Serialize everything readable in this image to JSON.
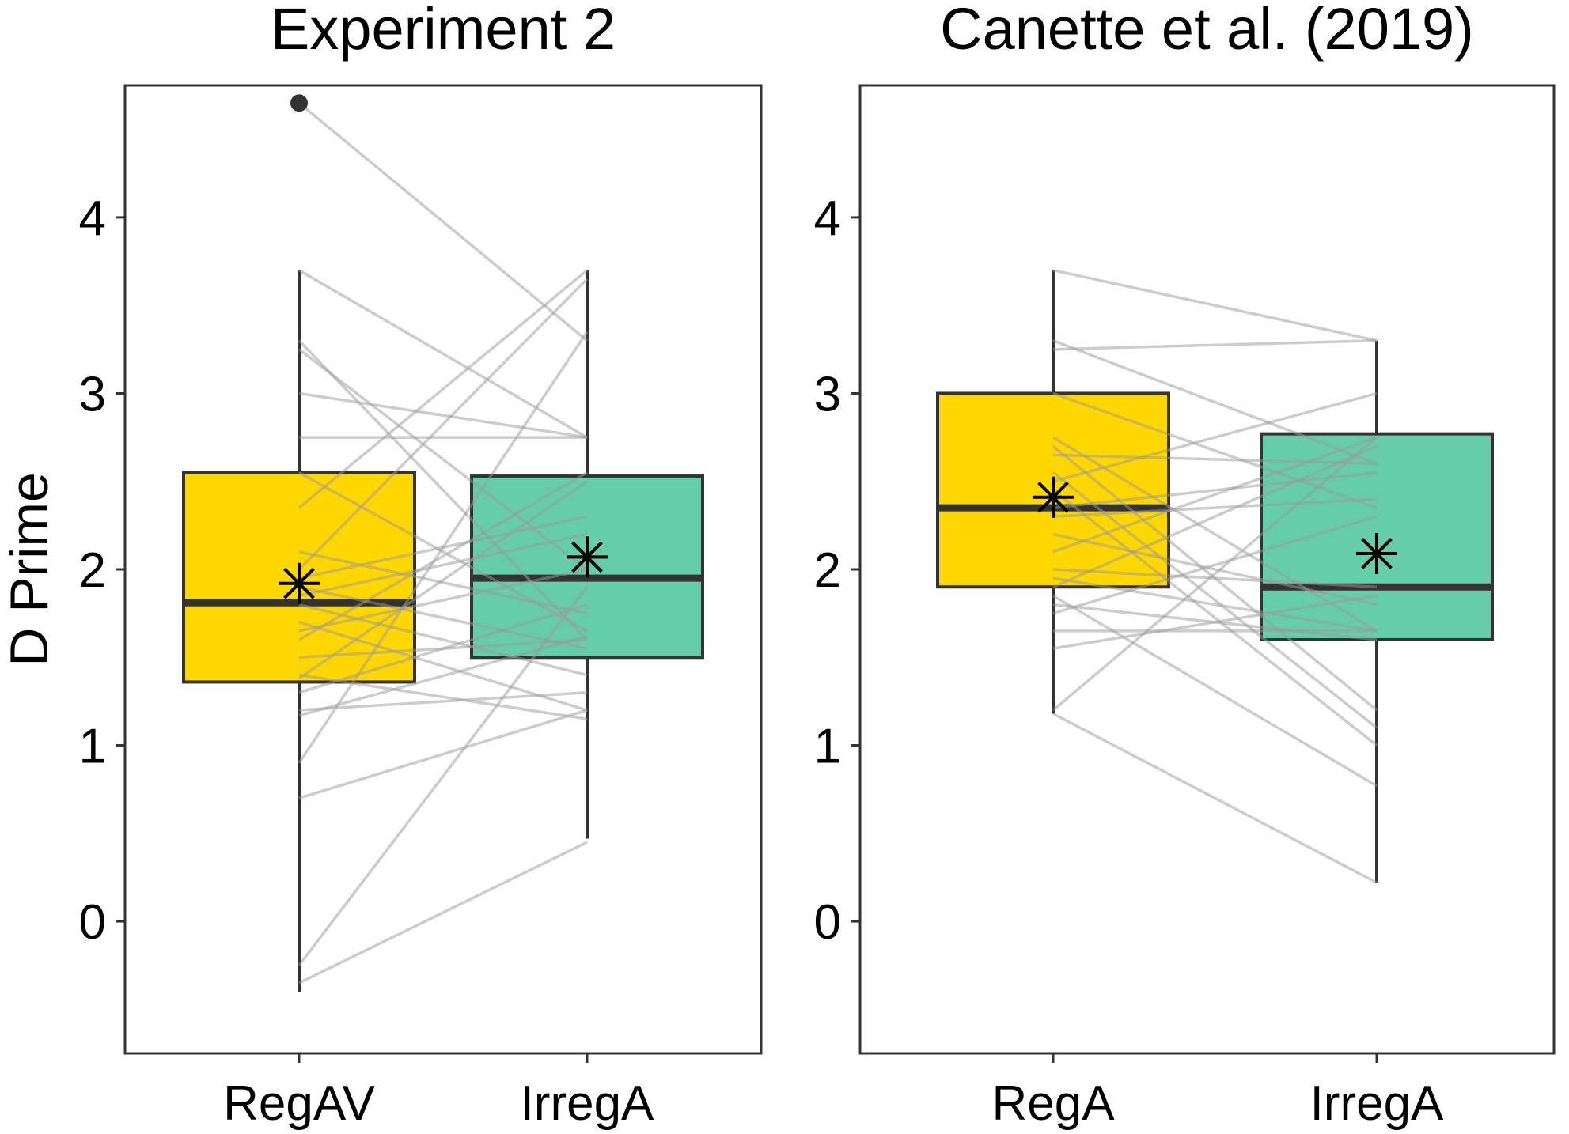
{
  "chart_data": {
    "type": "boxplot",
    "ylabel": "D Prime",
    "ylim": [
      -0.75,
      4.75
    ],
    "yticks": [
      0,
      1,
      2,
      3,
      4
    ],
    "grid": false,
    "colors": {
      "first_box": "#FFD700",
      "second_box": "#66CDAA",
      "lines": "#999999",
      "outline": "#333333"
    },
    "panels": [
      {
        "title": "Experiment 2",
        "categories": [
          "RegAV",
          "IrregA"
        ],
        "boxes": [
          {
            "category": "RegAV",
            "whisker_low": -0.4,
            "q1": 1.36,
            "median": 1.81,
            "q3": 2.55,
            "whisker_high": 3.7,
            "mean": 1.92,
            "outliers": [
              4.65
            ]
          },
          {
            "category": "IrregA",
            "whisker_low": 0.47,
            "q1": 1.5,
            "median": 1.95,
            "q3": 2.53,
            "whisker_high": 3.7,
            "mean": 2.07,
            "outliers": []
          }
        ],
        "pairs": [
          [
            4.65,
            3.3
          ],
          [
            3.7,
            2.75
          ],
          [
            3.3,
            1.6
          ],
          [
            3.25,
            2.0
          ],
          [
            3.0,
            2.75
          ],
          [
            2.75,
            2.75
          ],
          [
            2.55,
            1.65
          ],
          [
            2.35,
            3.7
          ],
          [
            2.1,
            1.75
          ],
          [
            2.0,
            3.65
          ],
          [
            1.95,
            2.3
          ],
          [
            1.9,
            1.55
          ],
          [
            1.85,
            2.2
          ],
          [
            1.8,
            1.4
          ],
          [
            1.7,
            1.2
          ],
          [
            1.65,
            2.0
          ],
          [
            1.6,
            2.55
          ],
          [
            1.5,
            1.6
          ],
          [
            1.4,
            1.15
          ],
          [
            1.38,
            2.5
          ],
          [
            1.3,
            1.8
          ],
          [
            1.2,
            1.3
          ],
          [
            1.17,
            1.62
          ],
          [
            0.9,
            3.35
          ],
          [
            0.7,
            1.2
          ],
          [
            -0.25,
            1.9
          ],
          [
            -0.35,
            0.45
          ]
        ]
      },
      {
        "title": "Canette et al. (2019)",
        "categories": [
          "RegA",
          "IrregA"
        ],
        "boxes": [
          {
            "category": "RegA",
            "whisker_low": 1.18,
            "q1": 1.9,
            "median": 2.35,
            "q3": 3.0,
            "whisker_high": 3.7,
            "mean": 2.41,
            "outliers": []
          },
          {
            "category": "IrregA",
            "whisker_low": 0.22,
            "q1": 1.6,
            "median": 1.9,
            "q3": 2.77,
            "whisker_high": 3.3,
            "mean": 2.09,
            "outliers": []
          }
        ],
        "pairs": [
          [
            3.7,
            3.3
          ],
          [
            3.3,
            2.6
          ],
          [
            3.25,
            3.3
          ],
          [
            3.0,
            2.35
          ],
          [
            2.75,
            1.65
          ],
          [
            2.7,
            1.2
          ],
          [
            2.65,
            2.6
          ],
          [
            2.55,
            1.1
          ],
          [
            2.5,
            3.0
          ],
          [
            2.35,
            2.55
          ],
          [
            2.3,
            2.4
          ],
          [
            2.2,
            1.8
          ],
          [
            2.1,
            2.75
          ],
          [
            1.95,
            1.65
          ],
          [
            1.9,
            2.7
          ],
          [
            1.8,
            1.6
          ],
          [
            1.75,
            2.3
          ],
          [
            1.65,
            1.65
          ],
          [
            1.55,
            1.85
          ],
          [
            1.2,
            2.75
          ],
          [
            1.18,
            0.22
          ],
          [
            1.85,
            0.77
          ],
          [
            2.0,
            1.9
          ],
          [
            2.45,
            1.0
          ]
        ]
      }
    ]
  }
}
